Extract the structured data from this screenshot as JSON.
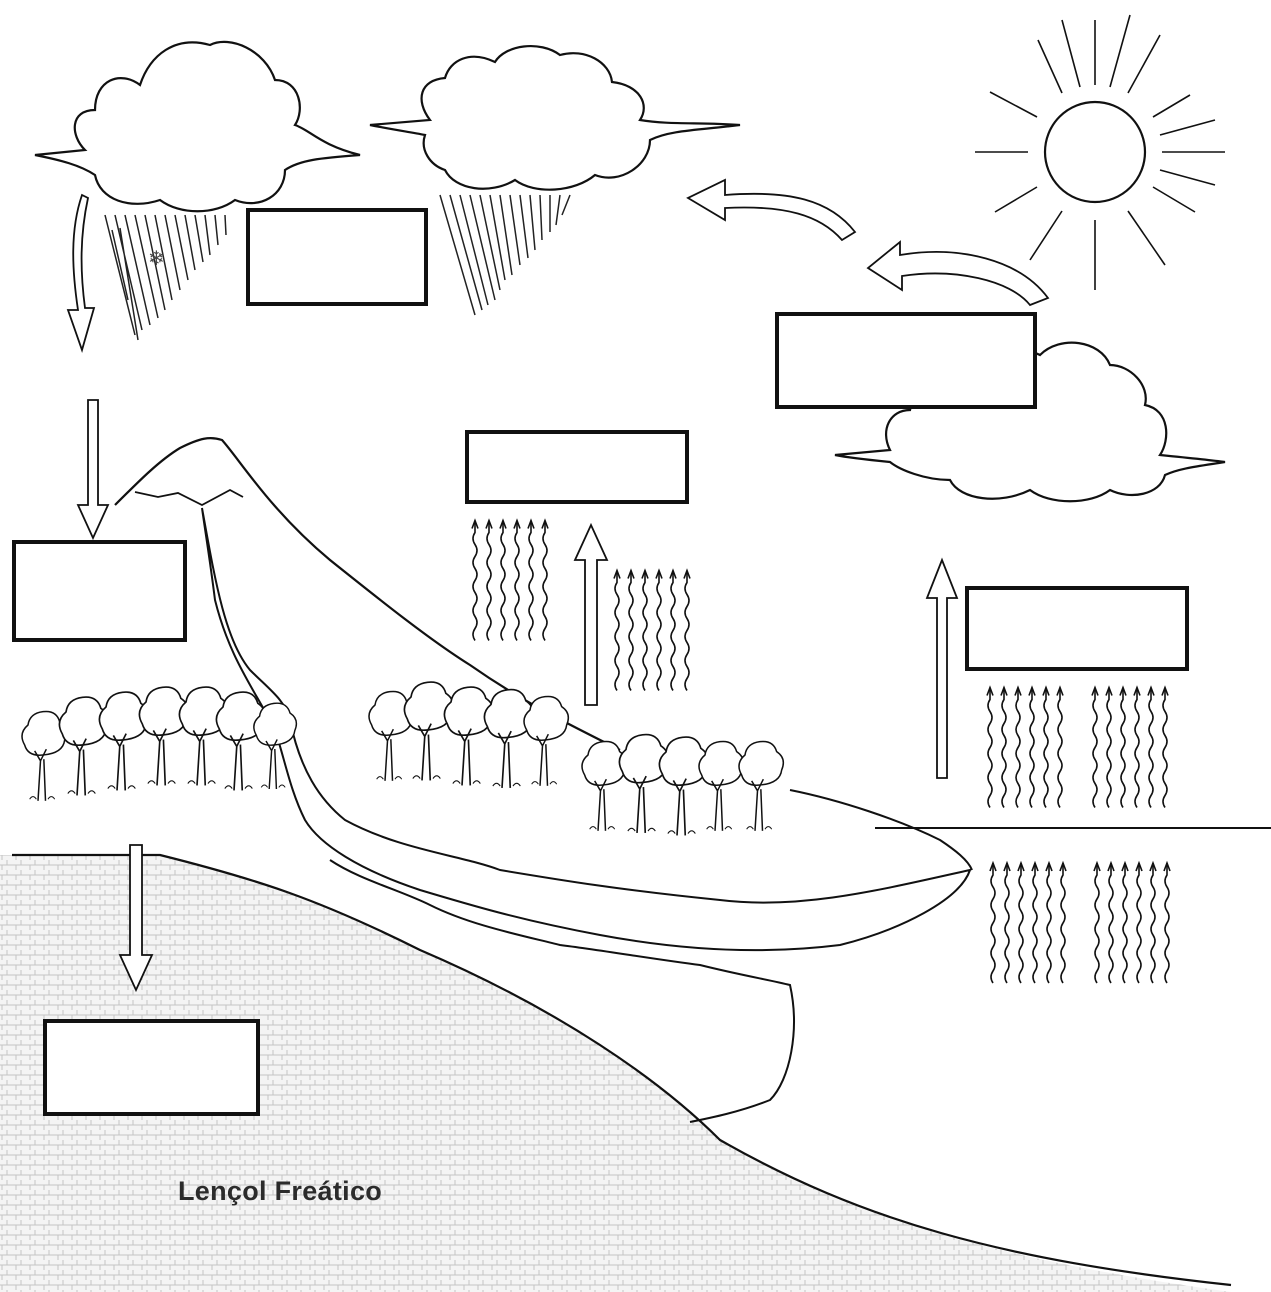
{
  "diagram": {
    "caption": "Lençol Freático",
    "label_boxes": [
      {
        "id": "box-precipitation",
        "text": ""
      },
      {
        "id": "box-condensation",
        "text": ""
      },
      {
        "id": "box-evaporation-ocean",
        "text": ""
      },
      {
        "id": "box-transpiration",
        "text": ""
      },
      {
        "id": "box-runoff",
        "text": ""
      },
      {
        "id": "box-infiltration",
        "text": ""
      }
    ],
    "colors": {
      "ink": "#111111",
      "ground": "#bdbdbd",
      "paper": "#ffffff"
    },
    "icons": [
      "cloud-icon",
      "sun-icon",
      "rain-icon",
      "snowflake-icon",
      "arrow-icon",
      "tree-icon",
      "mountain-icon",
      "vapor-icon"
    ]
  }
}
